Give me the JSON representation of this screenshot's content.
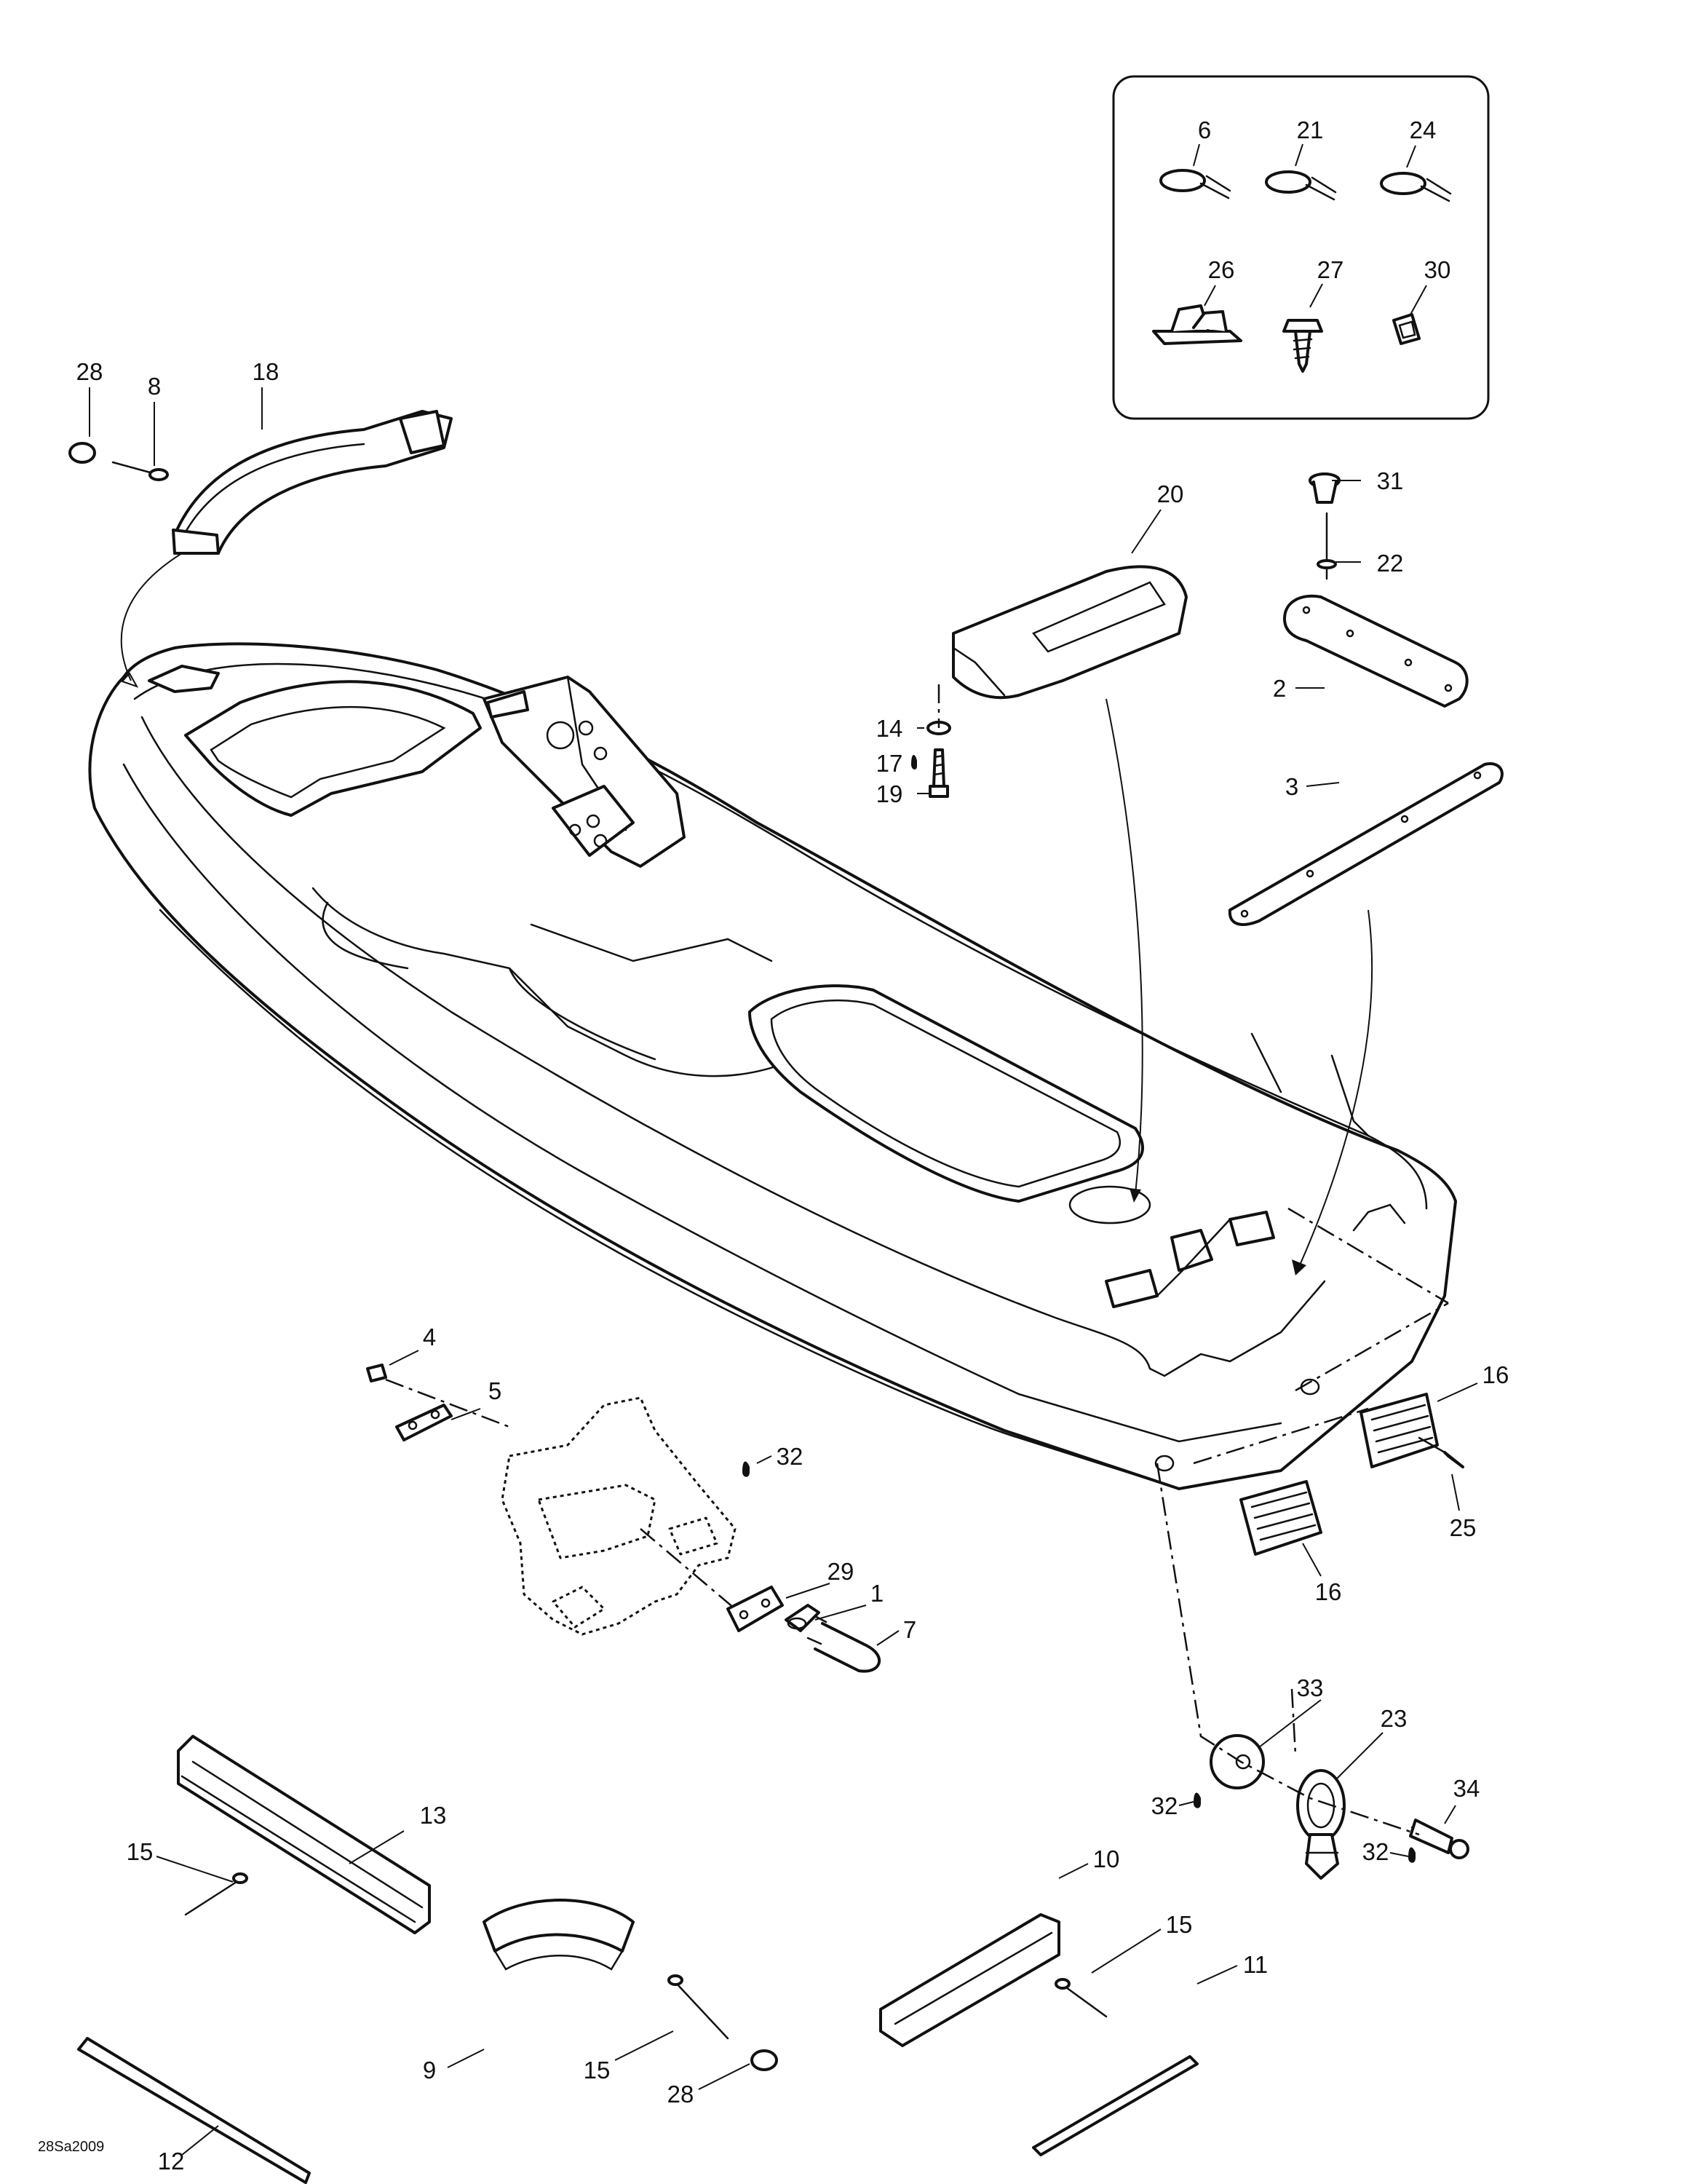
{
  "diagram": {
    "drawing_code": "28Sa2009",
    "callouts": {
      "n1": "1",
      "n2": "2",
      "n3": "3",
      "n4": "4",
      "n5": "5",
      "n6": "6",
      "n7": "7",
      "n8": "8",
      "n9": "9",
      "n10": "10",
      "n11": "11",
      "n12": "12",
      "n13": "13",
      "n14": "14",
      "n15a": "15",
      "n15b": "15",
      "n15c": "15",
      "n16a": "16",
      "n16b": "16",
      "n17": "17",
      "n18": "18",
      "n19": "19",
      "n20": "20",
      "n21": "21",
      "n22": "22",
      "n23": "23",
      "n24": "24",
      "n25": "25",
      "n26": "26",
      "n27": "27",
      "n28a": "28",
      "n28b": "28",
      "n29": "29",
      "n30": "30",
      "n31": "31",
      "n32a": "32",
      "n32b": "32",
      "n32c": "32",
      "n33": "33",
      "n34": "34"
    }
  }
}
